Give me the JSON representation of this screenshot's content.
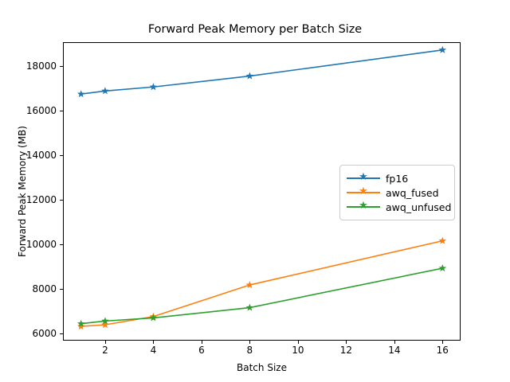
{
  "chart_data": {
    "type": "line",
    "title": "Forward Peak Memory per Batch Size",
    "xlabel": "Batch Size",
    "ylabel": "Forward Peak Memory (MB)",
    "x": [
      1,
      2,
      4,
      8,
      16
    ],
    "xlim": [
      0.25,
      16.75
    ],
    "ylim": [
      5680,
      19080
    ],
    "xticks": [
      2,
      4,
      6,
      8,
      10,
      12,
      14,
      16
    ],
    "xtick_labels": [
      "2",
      "4",
      "6",
      "8",
      "10",
      "12",
      "14",
      "16"
    ],
    "yticks": [
      6000,
      8000,
      10000,
      12000,
      14000,
      16000,
      18000
    ],
    "ytick_labels": [
      "6000",
      "8000",
      "10000",
      "12000",
      "14000",
      "16000",
      "18000"
    ],
    "grid": false,
    "legend_position": "center right",
    "marker": "star",
    "series": [
      {
        "name": "fp16",
        "color": "#1f77b4",
        "values": [
          16750,
          16890,
          17070,
          17560,
          18730
        ]
      },
      {
        "name": "awq_fused",
        "color": "#ff7f0e",
        "values": [
          6320,
          6390,
          6760,
          8180,
          10160
        ]
      },
      {
        "name": "awq_unfused",
        "color": "#2ca02c",
        "values": [
          6440,
          6560,
          6700,
          7160,
          8930
        ]
      }
    ]
  },
  "legend": {
    "entries": [
      {
        "label": "fp16",
        "marker_glyph": "★"
      },
      {
        "label": "awq_fused",
        "marker_glyph": "★"
      },
      {
        "label": "awq_unfused",
        "marker_glyph": "★"
      }
    ]
  }
}
